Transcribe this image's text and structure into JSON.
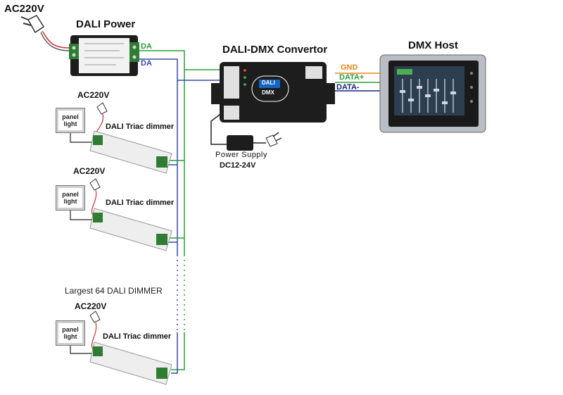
{
  "labels": {
    "ac_main": "AC220V",
    "dali_power": "DALI Power",
    "convertor": "DALI-DMX Convertor",
    "dmx_host": "DMX Host",
    "power_supply_line1": "Power Supply",
    "power_supply_line2": "DC12-24V",
    "largest": "Largest 64 DALI DIMMER",
    "convertor_logo_top": "DALI",
    "convertor_logo_bottom": "DMX"
  },
  "wires": {
    "da1": "DA",
    "da2": "DA",
    "gnd": "GND",
    "data_plus": "DATA+",
    "data_minus": "DATA-"
  },
  "dimmers": [
    {
      "ac": "AC220V",
      "panel_line1": "panel",
      "panel_line2": "light",
      "name": "DALI Triac dimmer"
    },
    {
      "ac": "AC220V",
      "panel_line1": "panel",
      "panel_line2": "light",
      "name": "DALI Triac dimmer"
    },
    {
      "ac": "AC220V",
      "panel_line1": "panel",
      "panel_line2": "light",
      "name": "DALI Triac dimmer"
    }
  ],
  "colors": {
    "da_green": "#2a9d3a",
    "da_blue": "#3949ab",
    "gnd_orange": "#e8891c",
    "data_plus_green": "#2a9d3a",
    "data_minus_navy": "#1a237e",
    "power_red": "#d32f2f",
    "device_dark": "#1d1d1d"
  }
}
